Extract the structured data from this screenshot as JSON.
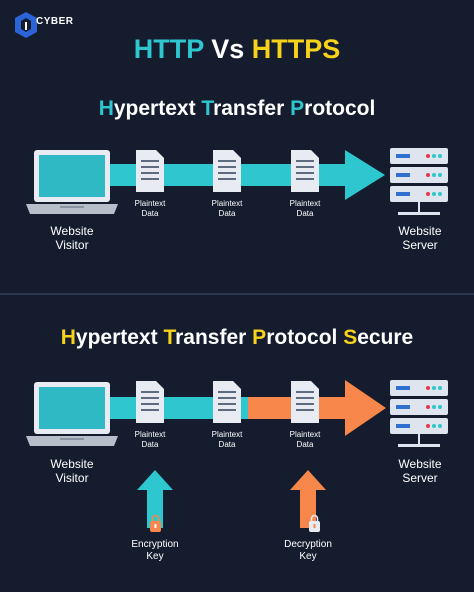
{
  "brand": {
    "name": "CYBER"
  },
  "title": {
    "part1": "HTTP",
    "part2": " Vs ",
    "part3": "HTTPS"
  },
  "http_section": {
    "title_letters": [
      {
        "t": "H",
        "hl": true
      },
      {
        "t": "ypertext ",
        "hl": false
      },
      {
        "t": "T",
        "hl": true
      },
      {
        "t": "ransfer ",
        "hl": false
      },
      {
        "t": "P",
        "hl": true
      },
      {
        "t": "rotocol",
        "hl": false
      }
    ],
    "visitor_label": [
      "Website",
      "Visitor"
    ],
    "server_label": [
      "Website",
      "Server"
    ],
    "doc_labels": [
      [
        "Plaintext",
        "Data"
      ],
      [
        "Plaintext",
        "Data"
      ],
      [
        "Plaintext",
        "Data"
      ]
    ]
  },
  "https_section": {
    "title_letters": [
      {
        "t": "H",
        "hl": true
      },
      {
        "t": "ypertext ",
        "hl": false
      },
      {
        "t": "T",
        "hl": true
      },
      {
        "t": "ransfer ",
        "hl": false
      },
      {
        "t": "P",
        "hl": true
      },
      {
        "t": "rotocol ",
        "hl": false
      },
      {
        "t": "S",
        "hl": true
      },
      {
        "t": "ecure",
        "hl": false
      }
    ],
    "visitor_label": [
      "Website",
      "Visitor"
    ],
    "server_label": [
      "Website",
      "Server"
    ],
    "doc_labels": [
      [
        "Plaintext",
        "Data"
      ],
      [
        "Plaintext",
        "Data"
      ],
      [
        "Plaintext",
        "Data"
      ]
    ],
    "encryption_key": [
      "Encryption",
      "Key"
    ],
    "decryption_key": [
      "Decryption",
      "Key"
    ]
  },
  "colors": {
    "background": "#141c2e",
    "cyan": "#2ec7cf",
    "yellow": "#f6d21a",
    "orange": "#f7874a"
  }
}
